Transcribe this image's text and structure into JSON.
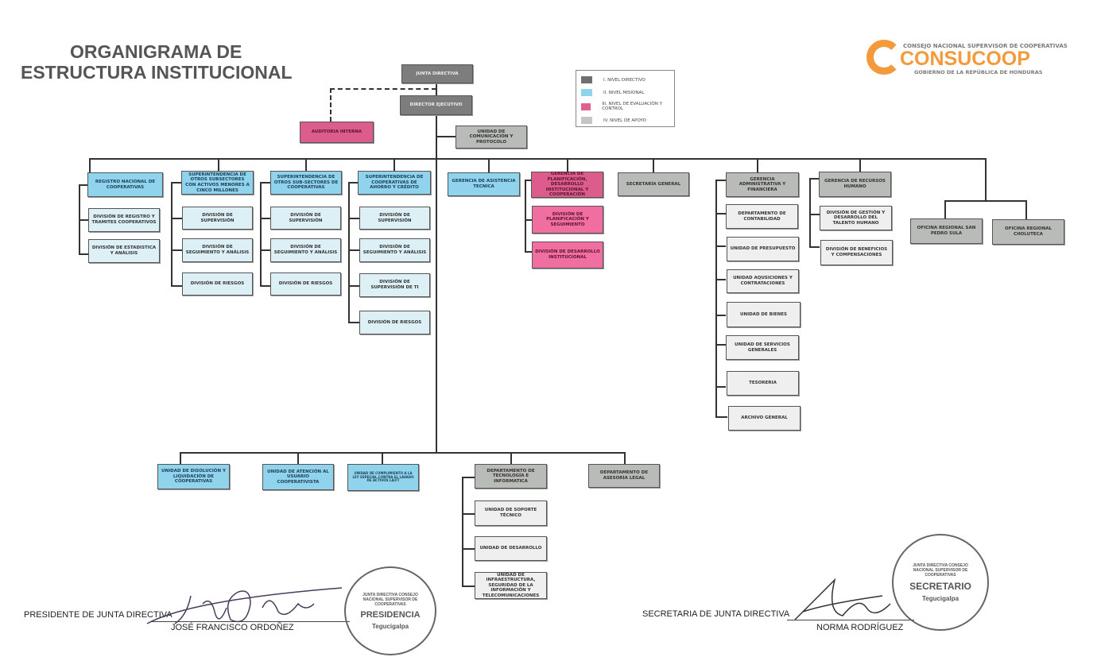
{
  "title": {
    "line1": "ORGANIGRAMA DE",
    "line2": "ESTRUCTURA INSTITUCIONAL"
  },
  "logo": {
    "top": "CONSEJO NACIONAL SUPERVISOR DE COOPERATIVAS",
    "name": "CONSUCOOP",
    "bottom": "GOBIERNO DE LA REPÚBLICA DE HONDURAS",
    "color": "#f39a3c"
  },
  "legend": [
    "I. NIVEL DIRECTIVO",
    "II. NIVEL MISIONAL",
    "III. NIVEL DE EVALUACIÓN Y CONTROL",
    "IV. NIVEL DE APOYO"
  ],
  "top": {
    "junta": "JUNTA DIRECTIVA",
    "director": "DIRECTOR EJECUTIVO",
    "auditoria": "AUDITORIA INTERNA",
    "comunicacion": "UNIDAD DE COMUNICACIÓN Y PROTOCOLO"
  },
  "units": {
    "registro": {
      "label": "REGISTRO NACIONAL DE COOPERATIVAS",
      "children": [
        "DIVISIÓN DE REGISTRO Y TRAMITES COOPERATIVOS",
        "DIVISIÓN DE ESTADISTICA Y ANÁLISIS"
      ]
    },
    "sup1": {
      "label": "SUPERINTENDENCIA DE OTROS SUBSECTORES CON ACTIVOS MENORES A CINCO MILLONES",
      "children": [
        "DIVISIÓN DE SUPERVISIÓN",
        "DIVISIÓN DE SEGUIMIENTO Y ANÁLISIS",
        "DIVISIÓN DE RIESGOS"
      ]
    },
    "sup2": {
      "label": "SUPERINTENDENCIA DE OTROS SUB-SECTORES DE COOPERATIVAS",
      "children": [
        "DIVISIÓN DE SUPERVISIÓN",
        "DIVISIÓN DE SEGUIMIENTO Y ANÁLISIS",
        "DIVISIÓN DE RIESGOS"
      ]
    },
    "sup3": {
      "label": "SUPERINTENDENCIA DE COOPERATIVAS DE AHORRO Y CRÉDITO",
      "children": [
        "DIVISIÓN DE SUPERVISIÓN",
        "DIVISIÓN DE SEGUIMIENTO Y ANÁLISIS",
        "DIVISIÓN DE SUPERVISIÓN DE TI",
        "DIVISIÓN DE RIESGOS"
      ]
    },
    "asistencia": {
      "label": "GERENCIA DE ASISTENCIA TECNICA"
    },
    "planif": {
      "label": "GERENCIA DE PLANIFICACIÓN, DESARROLLO INSTITUCIONAL Y COOPERACIÓN",
      "children": [
        "DIVISIÓN DE PLANIFICACIÓN Y SEGUIMIENTO",
        "DIVISIÓN DE DESARROLLO INSTITUCIONAL"
      ]
    },
    "secretaria": {
      "label": "SECRETARÍA GENERAL"
    },
    "admin": {
      "label": "GERENCIA ADMINISTRATIVA Y FINANCIERA",
      "children": [
        "DEPARTAMENTO DE CONTABILIDAD",
        "UNIDAD DE PRESUPUESTO",
        "UNIDAD AQUSICIONES Y CONTRATACIONES",
        "UNIDAD DE BIENES",
        "UNIDAD DE SERVICIOS GENERALES",
        "TESORERIA",
        "ARCHIVO GENERAL"
      ]
    },
    "rrhh": {
      "label": "GERENCIA DE RECURSOS HUMANO",
      "children": [
        "DIVISIÓN DE GESTIÓN Y DESARROLLO DEL TALENTO HUMANO",
        "DIVISIÓN DE BENEFICIOS Y COMPENSACIONES"
      ]
    },
    "regionales": [
      "OFICINA REGIONAL SAN PEDRO SULA",
      "OFICINA REGIONAL CHOLUTECA"
    ]
  },
  "bottom": {
    "disolucion": "UNIDAD DE DISOLUCIÓN Y LIQUIDACIÓN DE COOPERATIVAS",
    "atencion": "UNIDAD DE ATENCIÓN AL USUARIO COOPERATIVISTA",
    "cumplimiento": "UNIDAD DE CUMPLIMIENTO A LA LEY ESPECIAL CONTRA EL LAVADO DE ACTIVOS LA/FT",
    "tecnologia": {
      "label": "DEPARTAMENTO DE TECNOLOGÍA E INFORMATICA",
      "children": [
        "UNIDAD DE SOPORTE TÉCNICO",
        "UNIDAD DE DESARROLLO",
        "UNIDAD DE INFRAESTRUCTURA, SEGURIDAD DE LA INFORMACIÓN Y TELECOMUNICACIONES"
      ]
    },
    "legal": "DEPARTAMENTO DE ASESORÍA LEGAL"
  },
  "signatures": {
    "president_role": "PRESIDENTE DE JUNTA DIRECTIVA",
    "president_name": "JOSÉ FRANCISCO ORDOÑEZ",
    "secretary_role": "SECRETARIA DE JUNTA DIRECTIVA",
    "secretary_name": "NORMA RODRÍGUEZ"
  },
  "seals": {
    "left": {
      "ring": "JUNTA DIRECTIVA CONSEJO NACIONAL SUPERVISOR DE COOPERATIVAS",
      "center": "PRESIDENCIA",
      "city": "Tegucigalpa"
    },
    "right": {
      "ring": "JUNTA DIRECTIVA CONSEJO NACIONAL SUPERVISOR DE COOPERATIVAS",
      "center": "SECRETARIO",
      "city": "Tegucigalpa"
    }
  }
}
